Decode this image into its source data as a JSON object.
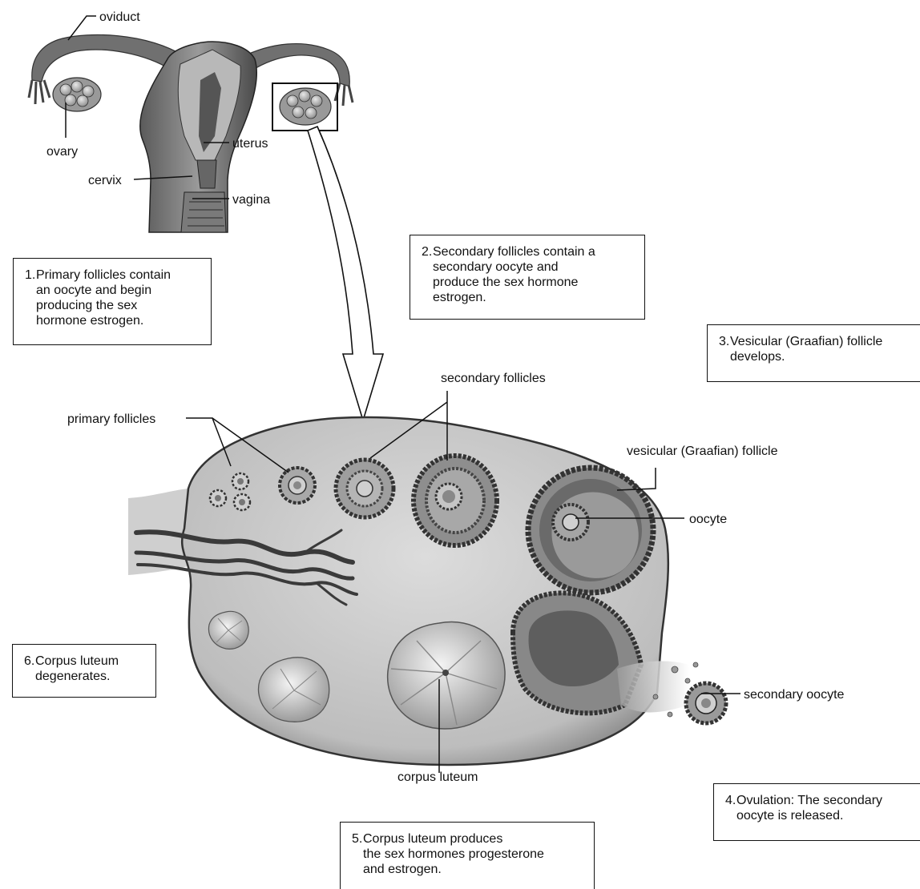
{
  "diagram": {
    "labels": {
      "oviduct": "oviduct",
      "ovary": "ovary",
      "uterus": "uterus",
      "cervix": "cervix",
      "vagina": "vagina",
      "primary_follicles": "primary follicles",
      "secondary_follicles": "secondary follicles",
      "vesicular_follicle": "vesicular (Graafian) follicle",
      "oocyte": "oocyte",
      "secondary_oocyte": "secondary oocyte",
      "corpus_luteum": "corpus luteum"
    },
    "steps": [
      {
        "number": "1.",
        "text": "Primary follicles contain\nan oocyte and begin\nproducing the sex\nhormone estrogen."
      },
      {
        "number": "2.",
        "text": "Secondary follicles contain a\nsecondary oocyte and\nproduce the sex hormone\nestrogen."
      },
      {
        "number": "3.",
        "text": "Vesicular (Graafian) follicle\ndevelops."
      },
      {
        "number": "4.",
        "text": "Ovulation: The secondary\noocyte is released."
      },
      {
        "number": "5.",
        "text": "Corpus luteum produces\nthe sex hormones progesterone\nand estrogen."
      },
      {
        "number": "6.",
        "text": "Corpus luteum\ndegenerates."
      }
    ]
  }
}
